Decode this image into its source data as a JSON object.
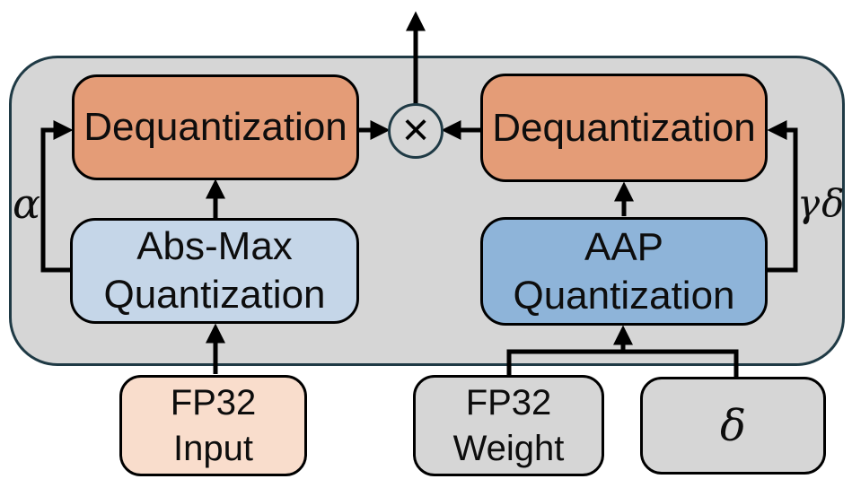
{
  "diagram": {
    "nodes": {
      "dequant_left": {
        "label": "Dequantization"
      },
      "dequant_right": {
        "label": "Dequantization"
      },
      "absmax": {
        "line1": "Abs-Max",
        "line2": "Quantization"
      },
      "aap": {
        "line1": "AAP",
        "line2": "Quantization"
      },
      "fp32_input": {
        "line1": "FP32",
        "line2": "Input"
      },
      "fp32_weight": {
        "line1": "FP32",
        "line2": "Weight"
      },
      "delta_input": {
        "label": "δ"
      }
    },
    "edge_labels": {
      "alpha": "α",
      "gamma_delta": "γδ"
    },
    "operator": {
      "symbol": "×"
    },
    "colors": {
      "container_fill": "#d6d6d6",
      "container_border": "#1f3a45",
      "dequant_fill": "#e49c77",
      "absmax_fill": "#c5d6e8",
      "aap_fill": "#8eb4d9",
      "input_fill": "#f9ddcc",
      "neutral_fill": "#d6d6d6",
      "box_border": "#000000",
      "arrow": "#000000",
      "text": "#0d0d0d"
    }
  }
}
